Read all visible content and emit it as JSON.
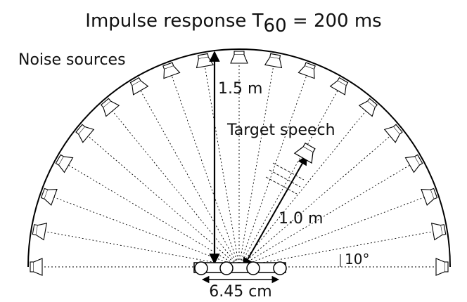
{
  "title": {
    "prefix": "Impulse response T",
    "subscript": "60",
    "suffix": " = 200 ms"
  },
  "labels": {
    "noise_sources": "Noise sources",
    "target_speech": "Target speech",
    "radius_noise": "1.5 m",
    "radius_target": "1.0 m",
    "angle_step": "10°",
    "mic_spacing": "6.45 cm"
  },
  "setup": {
    "noise_source_angles_deg": [
      0,
      10,
      20,
      30,
      40,
      50,
      60,
      70,
      80,
      90,
      100,
      110,
      120,
      130,
      140,
      150,
      160,
      170,
      180
    ],
    "target_angle_deg": 60,
    "microphone_count": 4
  }
}
